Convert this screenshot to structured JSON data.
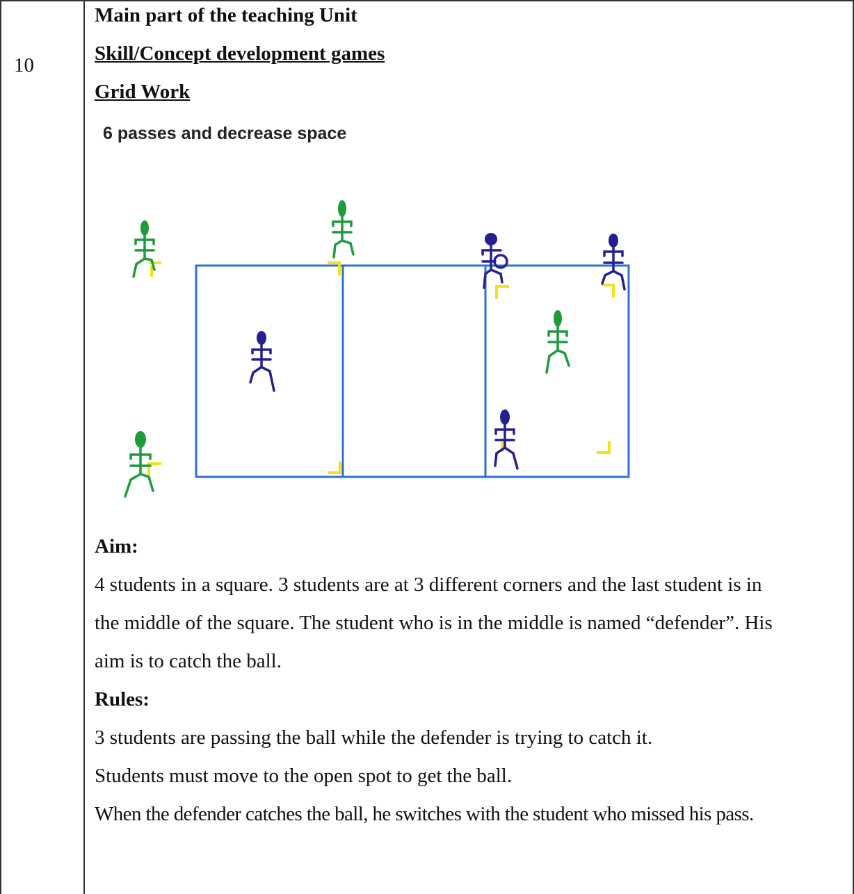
{
  "lesson": {
    "minutes": "10",
    "section_title": "Main part of the teaching Unit",
    "subtitle": "Skill/Concept development games",
    "activity_title": "Grid Work",
    "diagram_caption": "6 passes and decrease space",
    "aim_heading": "Aim:",
    "aim_lines": [
      "4 students in a square. 3 students are at 3 different corners and the last student is in",
      "the middle of the square. The student who is in the middle is named “defender”. His",
      "aim is to catch the ball."
    ],
    "rules_heading": "Rules:",
    "rules_lines": [
      "3 students are passing the ball while the defender is trying to catch it.",
      "Students must move to the open spot to get the ball.",
      "When the defender catches the ball, he switches with the student who missed his pass."
    ]
  },
  "colors": {
    "grid_line": "#2f6fd6",
    "attacker": "#1f9a3c",
    "defender": "#24208f",
    "corner_marker": "#f2e21a"
  }
}
